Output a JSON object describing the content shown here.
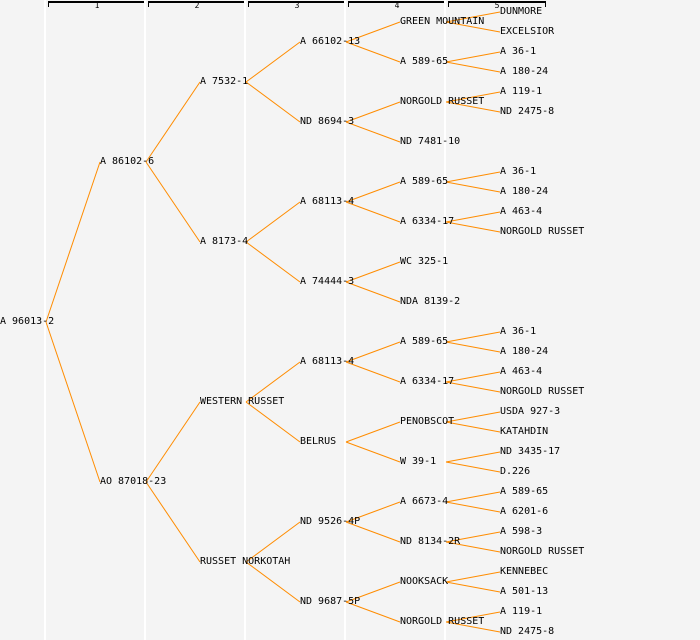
{
  "columns": [
    "1",
    "2",
    "3",
    "4",
    "5"
  ],
  "line_color": "#ff8c00",
  "tree": {
    "label": "A 96013-2",
    "children": [
      {
        "label": "A 86102-6",
        "children": [
          {
            "label": "A 7532-1",
            "children": [
              {
                "label": "A 66102-13",
                "children": [
                  {
                    "label": "GREEN MOUNTAIN",
                    "children": [
                      {
                        "label": "DUNMORE"
                      },
                      {
                        "label": "EXCELSIOR"
                      }
                    ]
                  },
                  {
                    "label": "A 589-65",
                    "children": [
                      {
                        "label": "A 36-1"
                      },
                      {
                        "label": "A 180-24"
                      }
                    ]
                  }
                ]
              },
              {
                "label": "ND 8694-3",
                "children": [
                  {
                    "label": "NORGOLD RUSSET",
                    "children": [
                      {
                        "label": "A 119-1"
                      },
                      {
                        "label": "ND 2475-8"
                      }
                    ]
                  },
                  {
                    "label": "ND 7481-10"
                  }
                ]
              }
            ]
          },
          {
            "label": "A 8173-4",
            "children": [
              {
                "label": "A 68113-4",
                "children": [
                  {
                    "label": "A 589-65",
                    "children": [
                      {
                        "label": "A 36-1"
                      },
                      {
                        "label": "A 180-24"
                      }
                    ]
                  },
                  {
                    "label": "A 6334-17",
                    "children": [
                      {
                        "label": "A 463-4"
                      },
                      {
                        "label": "NORGOLD RUSSET"
                      }
                    ]
                  }
                ]
              },
              {
                "label": "A 74444-3",
                "children": [
                  {
                    "label": "WC 325-1"
                  },
                  {
                    "label": "NDA 8139-2"
                  }
                ]
              }
            ]
          }
        ]
      },
      {
        "label": "AO 87018-23",
        "children": [
          {
            "label": "WESTERN RUSSET",
            "children": [
              {
                "label": "A 68113-4",
                "children": [
                  {
                    "label": "A 589-65",
                    "children": [
                      {
                        "label": "A 36-1"
                      },
                      {
                        "label": "A 180-24"
                      }
                    ]
                  },
                  {
                    "label": "A 6334-17",
                    "children": [
                      {
                        "label": "A 463-4"
                      },
                      {
                        "label": "NORGOLD RUSSET"
                      }
                    ]
                  }
                ]
              },
              {
                "label": "BELRUS",
                "children": [
                  {
                    "label": "PENOBSCOT",
                    "children": [
                      {
                        "label": "USDA 927-3"
                      },
                      {
                        "label": "KATAHDIN"
                      }
                    ]
                  },
                  {
                    "label": "W 39-1",
                    "children": [
                      {
                        "label": "ND 3435-17"
                      },
                      {
                        "label": "D.226"
                      }
                    ]
                  }
                ]
              }
            ]
          },
          {
            "label": "RUSSET NORKOTAH",
            "children": [
              {
                "label": "ND 9526-4P",
                "children": [
                  {
                    "label": "A 6673-4",
                    "children": [
                      {
                        "label": "A 589-65"
                      },
                      {
                        "label": "A 6201-6"
                      }
                    ]
                  },
                  {
                    "label": "ND 8134-2R",
                    "children": [
                      {
                        "label": "A 598-3"
                      },
                      {
                        "label": "NORGOLD RUSSET"
                      }
                    ]
                  }
                ]
              },
              {
                "label": "ND 9687-5P",
                "children": [
                  {
                    "label": "NOOKSACK",
                    "children": [
                      {
                        "label": "KENNEBEC"
                      },
                      {
                        "label": "A 501-13"
                      }
                    ]
                  },
                  {
                    "label": "NORGOLD RUSSET",
                    "children": [
                      {
                        "label": "A 119-1"
                      },
                      {
                        "label": "ND 2475-8"
                      }
                    ]
                  }
                ]
              }
            ]
          }
        ]
      }
    ]
  }
}
